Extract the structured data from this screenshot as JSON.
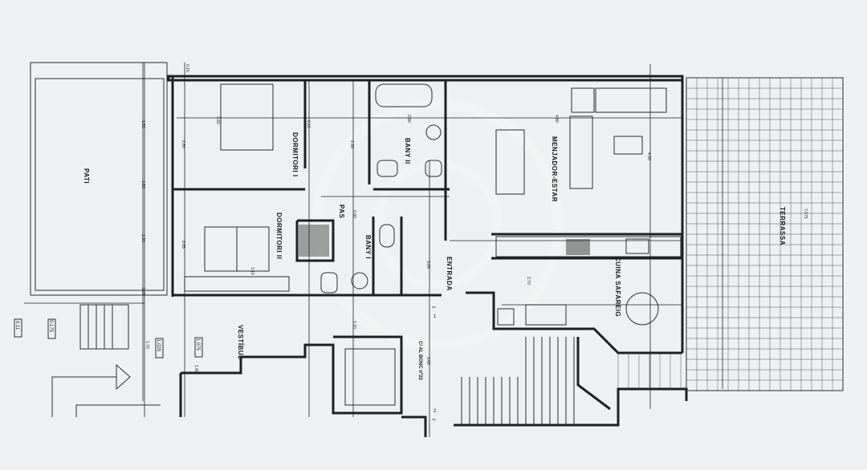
{
  "rooms": {
    "pati": "PATI",
    "dormitori_1": "DORMITORI I",
    "dormitori_2": "DORMITORI II",
    "bany_2": "BANY II",
    "bany_1": "BANY I",
    "pas": "PAS",
    "entrada": "ENTRADA",
    "menjador_estar": "MENJADOR-ESTAR",
    "cuina_safareig": "CUINA SAFAREIG",
    "terrassa": "TERRASSA",
    "vestibul": "VESTÍBUL"
  },
  "street": "C/ AL BONC nº22",
  "levels": [
    "0.11",
    "0.175",
    "1.025",
    "1.075"
  ],
  "entry_markers": [
    "1",
    "2"
  ],
  "dimensions": {
    "d1": "3.60",
    "d2": "2.80",
    "d3": "1.50",
    "d4": "1.80",
    "d5": "1.30",
    "d6": "1.40",
    "d7": "2.85",
    "d8": "3.10",
    "d9": "2.30",
    "d10": "2.80",
    "d11": "4.80",
    "d12": "4.30",
    "d13": "7.675",
    "d14": "2.70",
    "d15": "3.05",
    "d16": "1.70",
    "d17": "1.80",
    "d18": "3.65",
    "d19": "0.15",
    "d20": "0.10",
    "d21": "0.90",
    "d22": "1.20"
  }
}
